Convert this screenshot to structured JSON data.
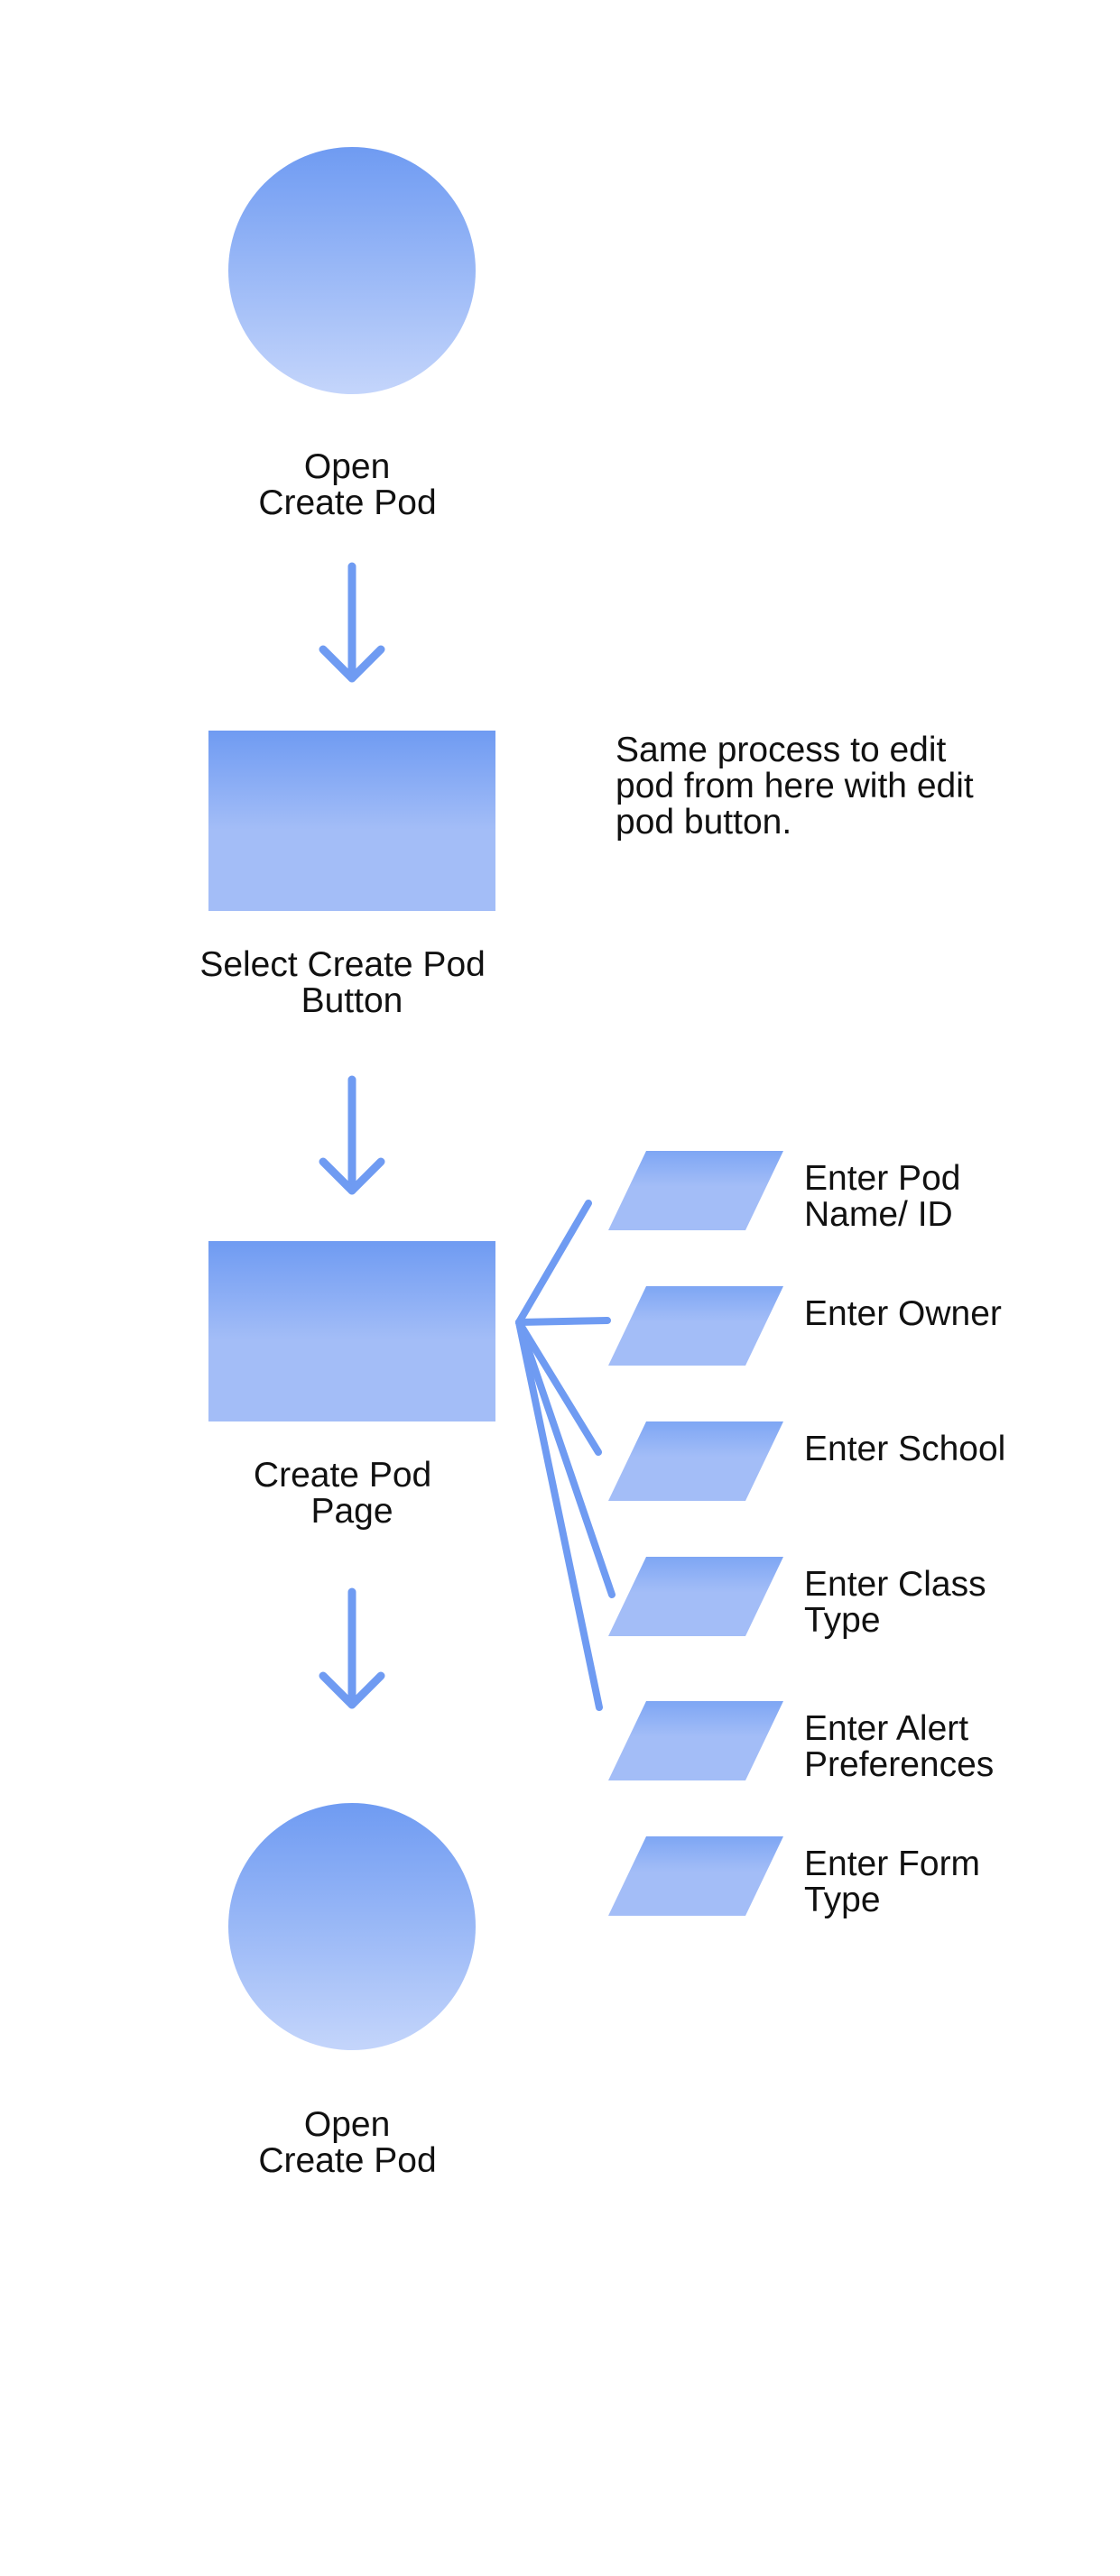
{
  "diagram": {
    "colors": {
      "accent": "#6f9bf2",
      "shape_top": "#6f9bf2",
      "shape_bottom": "#c4d5fb",
      "rect_bottom": "#a3bdf7",
      "text": "#111111",
      "background": "#ffffff"
    },
    "start": {
      "shape": "circle",
      "line1": "Open",
      "line2": "Create Pod"
    },
    "select_step": {
      "shape": "rectangle",
      "line1": "Select Create Pod",
      "line2": "Button"
    },
    "note": {
      "line1": "Same process to edit",
      "line2": "pod from here with edit",
      "line3": "pod button."
    },
    "page_step": {
      "shape": "rectangle",
      "line1": "Create Pod",
      "line2": "Page"
    },
    "end": {
      "shape": "circle",
      "line1": "Open",
      "line2": "Create Pod"
    },
    "fields": [
      {
        "shape": "parallelogram",
        "line1": "Enter Pod",
        "line2": "Name/ ID"
      },
      {
        "shape": "parallelogram",
        "line1": "Enter Owner",
        "line2": ""
      },
      {
        "shape": "parallelogram",
        "line1": "Enter School",
        "line2": ""
      },
      {
        "shape": "parallelogram",
        "line1": "Enter Class",
        "line2": "Type"
      },
      {
        "shape": "parallelogram",
        "line1": "Enter Alert",
        "line2": "Preferences"
      },
      {
        "shape": "parallelogram",
        "line1": "Enter Form",
        "line2": "Type"
      }
    ],
    "edges": [
      {
        "from": "start",
        "to": "select_step",
        "type": "arrow"
      },
      {
        "from": "select_step",
        "to": "page_step",
        "type": "arrow"
      },
      {
        "from": "page_step",
        "to": "end",
        "type": "arrow"
      },
      {
        "from": "page_step",
        "to": "field-1",
        "type": "line"
      },
      {
        "from": "page_step",
        "to": "field-2",
        "type": "line"
      },
      {
        "from": "page_step",
        "to": "field-3",
        "type": "line"
      },
      {
        "from": "page_step",
        "to": "field-4",
        "type": "line"
      },
      {
        "from": "page_step",
        "to": "field-5",
        "type": "line"
      }
    ]
  }
}
